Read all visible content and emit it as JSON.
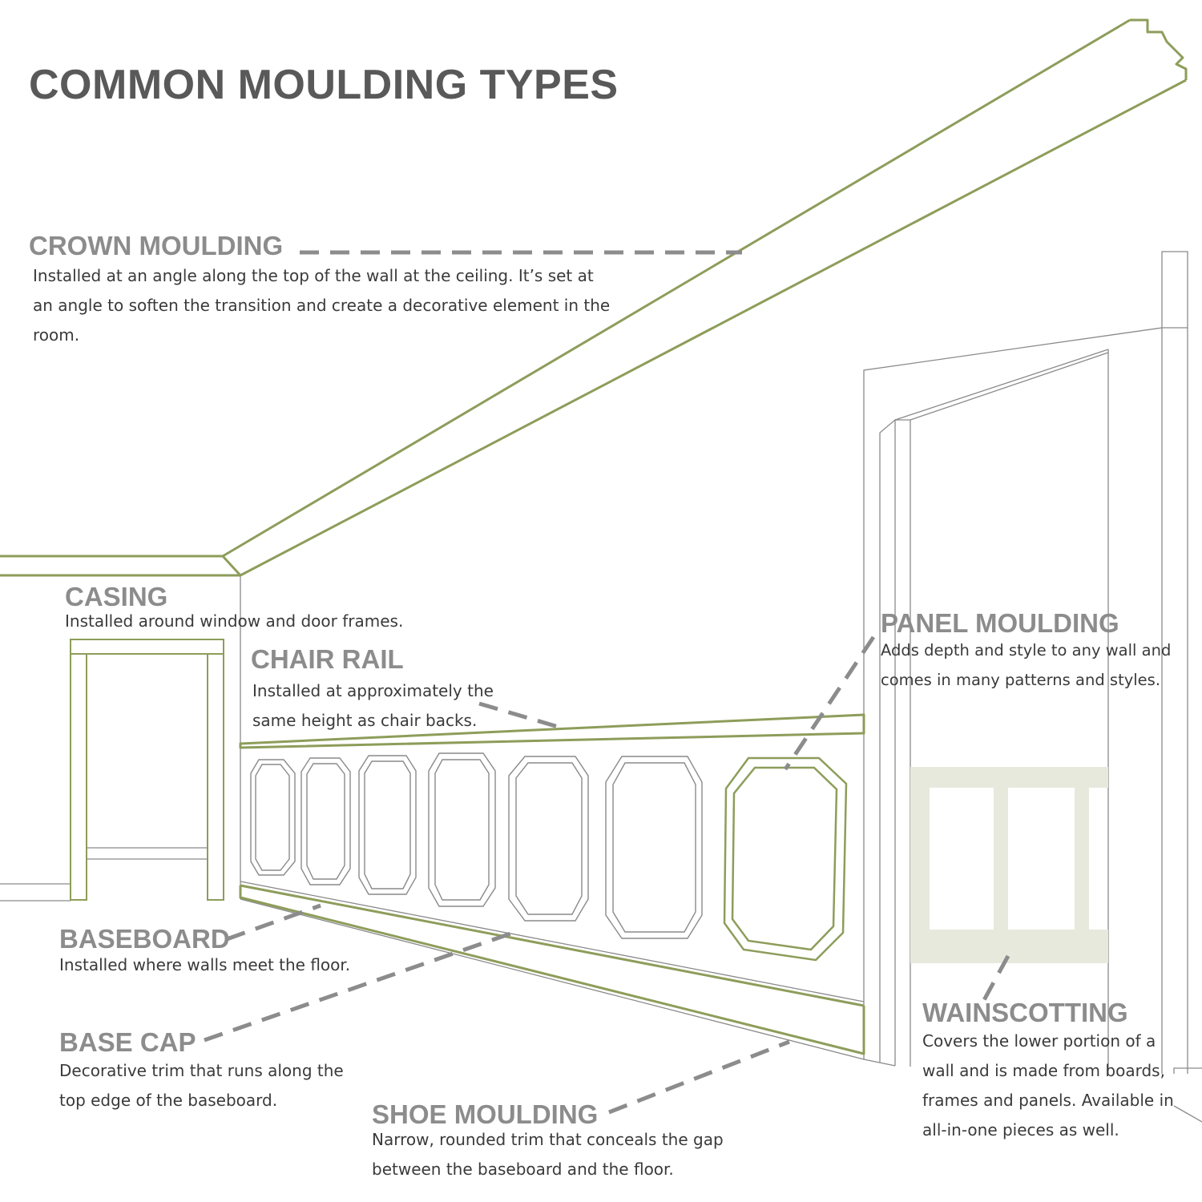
{
  "title": "COMMON MOULDING TYPES",
  "colors": {
    "moulding_green": "#8d9d5a",
    "wainscot_fill": "#e6e9dc",
    "label_gray": "#8c8c8c",
    "title_gray": "#595959",
    "leader_gray": "#8c8c8c",
    "outline_gray": "#8a8a8a"
  },
  "callouts": {
    "crown": {
      "label": "CROWN MOULDING",
      "desc": "Installed at an angle along the top of the wall at the ceiling.  It’s set at an angle to soften the transition and create a decorative element in the room."
    },
    "casing": {
      "label": "CASING",
      "desc": "Installed around window and door frames."
    },
    "chair_rail": {
      "label": "CHAIR RAIL",
      "desc": "Installed at approximately the same height as chair backs."
    },
    "panel": {
      "label": "PANEL MOULDING",
      "desc": "Adds depth and style to any wall and comes in many patterns and styles."
    },
    "baseboard": {
      "label": "BASEBOARD",
      "desc": "Installed where walls meet the floor."
    },
    "base_cap": {
      "label": "BASE CAP",
      "desc": "Decorative trim that runs along the top edge of the baseboard."
    },
    "shoe": {
      "label": "SHOE MOULDING",
      "desc": "Narrow, rounded trim that conceals the gap between the baseboard and the floor."
    },
    "wainscotting": {
      "label": "WAINSCOTTING",
      "desc": "Covers the lower portion of a wall and is made from boards, frames and panels. Available in all-in-one pieces as well."
    }
  }
}
